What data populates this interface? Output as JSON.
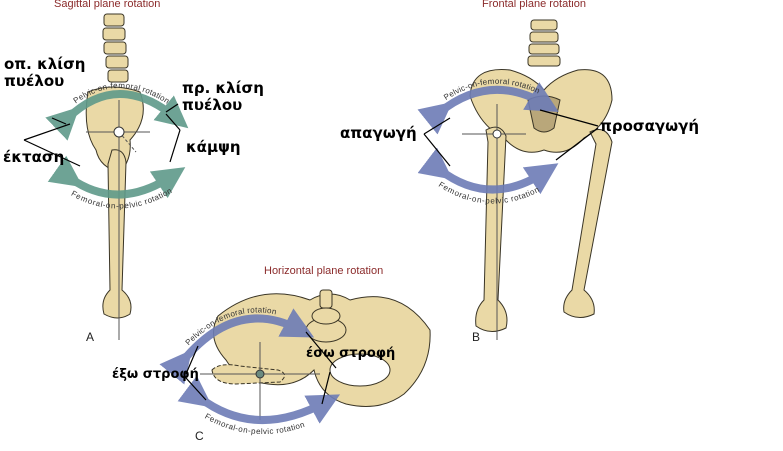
{
  "panels": {
    "a": {
      "title": "Sagittal plane rotation",
      "letter": "A",
      "arc_top": "Pelvic-on-femoral rotation",
      "arc_bottom": "Femoral-on-pelvic rotation",
      "labels": {
        "posterior_tilt_1": "οπ. κλίση",
        "posterior_tilt_2": "πυέλου",
        "anterior_tilt_1": "πρ. κλίση",
        "anterior_tilt_2": "πυέλου",
        "extension": "έκταση",
        "flexion": "κάμψη"
      }
    },
    "b": {
      "title": "Frontal plane rotation",
      "letter": "B",
      "arc_top": "Pelvic-on-femoral rotation",
      "arc_bottom": "Femoral-on-pelvic rotation",
      "labels": {
        "abduction": "απαγωγή",
        "adduction": "προσαγωγή"
      }
    },
    "c": {
      "title": "Horizontal plane rotation",
      "letter": "C",
      "arc_top": "Pelvic-on-femoral rotation",
      "arc_bottom": "Femoral-on-pelvic rotation",
      "labels": {
        "external_rotation": "έξω στροφή",
        "internal_rotation": "έσω στροφή"
      }
    }
  },
  "colors": {
    "bone": "#ead9a6",
    "bone_outline": "#3a3526",
    "arrow_green": "#5f9a8a",
    "arrow_blue": "#6d7cb6",
    "title_red": "#8b2b2b",
    "callout_line": "#000000"
  }
}
